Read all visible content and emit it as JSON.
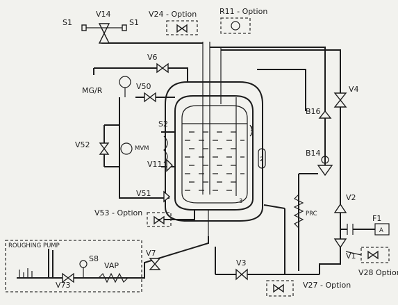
{
  "diagram": {
    "labels": {
      "s1_left": "S1",
      "v14": "V14",
      "s1_right": "S1",
      "v24_option": "V24 - Option",
      "r11_option": "R11 - Option",
      "v6": "V6",
      "mg_r": "MG/R",
      "v50": "V50",
      "v52": "V52",
      "s2": "S2",
      "mvm": "MVM",
      "v11": "V11",
      "v51": "V51",
      "v53_option": "V53 - Option",
      "b16": "B16",
      "b14": "B14",
      "prc": "PRC",
      "v4": "V4",
      "v2": "V2",
      "v1": "V1",
      "f1": "F1",
      "v28_option": "V28 Option",
      "v3": "V3",
      "v27_option": "V27 - Option",
      "v7": "V7",
      "v73": "V73",
      "s8": "S8",
      "vap": "VAP",
      "inset_title": "ROUGHING PUMP",
      "level_3": "3",
      "gauge_1": "1",
      "gauge_2": "2",
      "fitting_a": "A"
    }
  }
}
